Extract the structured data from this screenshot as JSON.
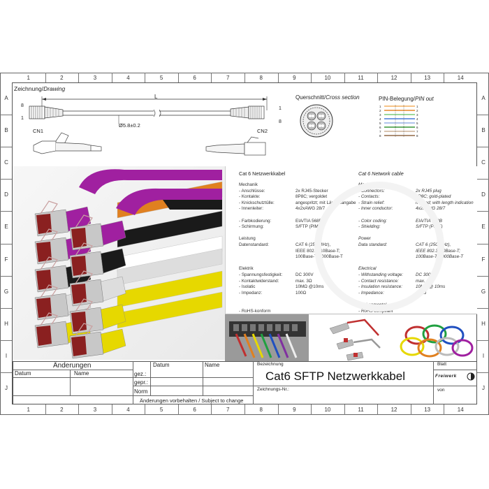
{
  "ruler": {
    "columns": [
      "1",
      "2",
      "3",
      "4",
      "5",
      "6",
      "7",
      "8",
      "9",
      "10",
      "11",
      "12",
      "13",
      "14"
    ],
    "rows": [
      "A",
      "B",
      "C",
      "D",
      "E",
      "F",
      "G",
      "H",
      "I",
      "J"
    ]
  },
  "drawing": {
    "title": "Zeichnung/",
    "title_italic": "Drawing",
    "length_label": "L",
    "pin8": "8",
    "pin1": "1",
    "diameter": "Ø5.8±0.2",
    "cn1": "CN1",
    "cn2": "CN2",
    "right_pin1": "1",
    "right_pin8": "8"
  },
  "cross_section": {
    "title": "Querschnitt/",
    "title_italic": "Cross section"
  },
  "pinout": {
    "title": "PIN-Belegung/",
    "title_italic": "PIN out",
    "pins": [
      "1",
      "2",
      "3",
      "4",
      "5",
      "6",
      "7",
      "8"
    ]
  },
  "spec": {
    "de_title": "Cat 6 Netzwerkkabel",
    "en_title": "Cat 6 Network cable",
    "de_rows": [
      {
        "k": "Mechanik",
        "v": "",
        "head": true
      },
      {
        "k": "- Anschlüsse:",
        "v": "2x RJ45-Stecker"
      },
      {
        "k": "- Kontakte:",
        "v": "8P8C; vergoldet"
      },
      {
        "k": "- Knickschutztülle:",
        "v": "angespritzt; mit Längenangabe"
      },
      {
        "k": "- Innenleiter:",
        "v": "4x2xAWG 28/7"
      },
      {
        "k": "",
        "v": ""
      },
      {
        "k": "- Farbkodierung:",
        "v": "EIA/TIA 568B"
      },
      {
        "k": "- Schirmung:",
        "v": "S/FTP (PIMF)"
      },
      {
        "k": "",
        "v": ""
      },
      {
        "k": "Leistung",
        "v": "",
        "head": true
      },
      {
        "k": "Datenstandard:",
        "v": "CAT 6 (250 MHz),"
      },
      {
        "k": "",
        "v": "IEEE 802.3; 10Base-T;"
      },
      {
        "k": "",
        "v": "100Base-T; 1000Base-T"
      },
      {
        "k": "",
        "v": ""
      },
      {
        "k": "Elektrik",
        "v": "",
        "head": true
      },
      {
        "k": "- Spannungsfestigkeit:",
        "v": "DC 300V"
      },
      {
        "k": "- Kontaktwiderstand:",
        "v": "max. 3Ω"
      },
      {
        "k": "- Isolatic",
        "v": "10MΩ @10ms"
      },
      {
        "k": "- Impedanz:",
        "v": "100Ω"
      },
      {
        "k": "",
        "v": ""
      },
      {
        "k": "",
        "v": ""
      },
      {
        "k": "- RoHS-konform",
        "v": ""
      }
    ],
    "en_rows": [
      {
        "k": "Mechanical",
        "v": "",
        "head": true
      },
      {
        "k": "- Connectors:",
        "v": "2x RJ45 plug"
      },
      {
        "k": "- Contacts:",
        "v": "8P8C; gold-plated"
      },
      {
        "k": "- Strain relief:",
        "v": "molded; with length indication"
      },
      {
        "k": "- Inner conductor:",
        "v": "4x2xAWG 28/7"
      },
      {
        "k": "",
        "v": ""
      },
      {
        "k": "- Color coding:",
        "v": "EIA/TIA 568B"
      },
      {
        "k": "- Shielding:",
        "v": "S/FTP (PIMF)"
      },
      {
        "k": "",
        "v": ""
      },
      {
        "k": "Power",
        "v": "",
        "head": true
      },
      {
        "k": "Data standard:",
        "v": "CAT 6 (250 MHz),"
      },
      {
        "k": "",
        "v": "IEEE 802.3; 10Base-T;"
      },
      {
        "k": "",
        "v": "100Base-T; 1000Base-T"
      },
      {
        "k": "",
        "v": ""
      },
      {
        "k": "Electrical",
        "v": "",
        "head": true
      },
      {
        "k": "- Withstanding voltage:",
        "v": "DC 300V"
      },
      {
        "k": "- Contact resistance:",
        "v": "max. 3Ω"
      },
      {
        "k": "- Insulation resistance:",
        "v": "10MΩ @ 10ms"
      },
      {
        "k": "- Impedance:",
        "v": "100Ω"
      },
      {
        "k": "",
        "v": ""
      },
      {
        "k": "Environmental",
        "v": "",
        "head": true
      },
      {
        "k": "- RoHS compliant",
        "v": ""
      }
    ]
  },
  "title_block": {
    "changes": "Änderungen",
    "datum": "Datum",
    "name": "Name",
    "gez": "gez.:",
    "gepr": "gepr.:",
    "norm": "Norm",
    "datum2": "Datum",
    "name2": "Name",
    "bezeichnung": "Bezeichnung",
    "product": "Cat6 SFTP Netzwerkkabel",
    "zeichnungs_nr": "Zeichnungs-Nr.:",
    "blatt": "Blatt",
    "von": "von",
    "brand": "Freiwerk",
    "footer": "Änderungen vorbehalten / Subject to change"
  },
  "colors": {
    "cable_colors": [
      "#a020a0",
      "#e08020",
      "#1a1a1a",
      "#dddddd",
      "#e6d800",
      "#ffffff"
    ],
    "connector": "#8a2020"
  }
}
